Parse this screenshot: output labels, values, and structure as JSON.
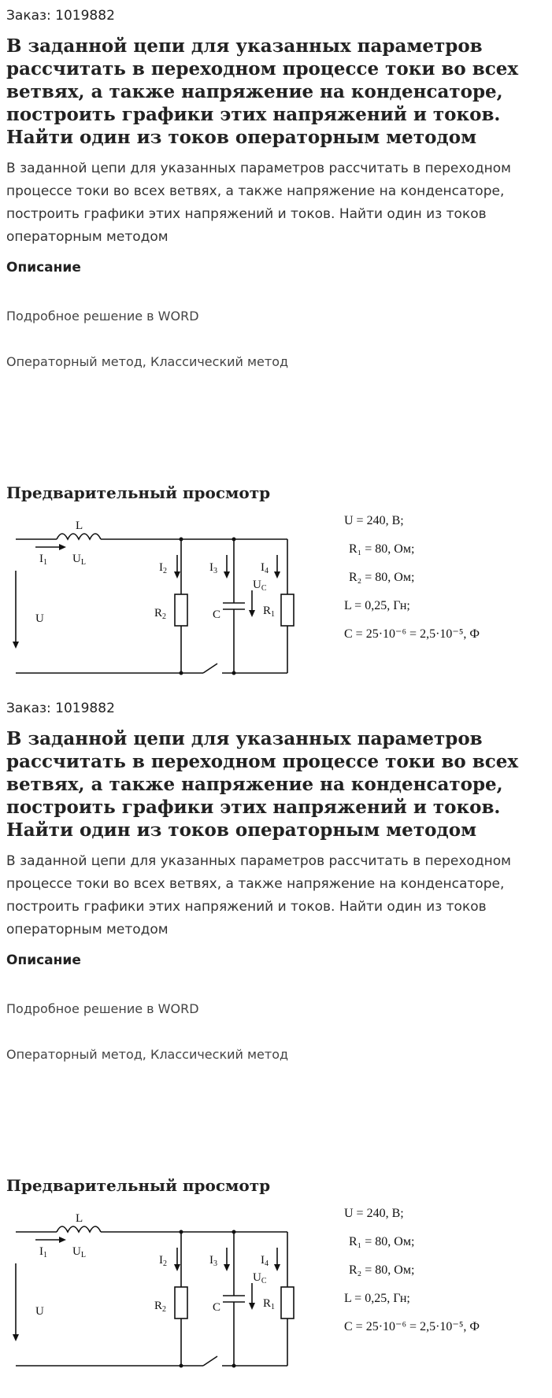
{
  "order_label": "Заказ: 1019882",
  "title": "В заданной цепи для указанных параметров рассчитать в переходном процессе токи во всех ветвях, а также напряжение на конденсаторе, построить графики этих напряжений и токов. Найти один из токов операторным методом",
  "description": "В заданной цепи для указанных параметров рассчитать в переходном процессе токи во всех ветвях, а также напряжение на конденсаторе, построить графики этих напряжений и токов. Найти один из токов операторным методом",
  "description_heading": "Описание",
  "description_lines": [
    "Подробное решение в WORD",
    "Операторный метод, Классический метод"
  ],
  "preview_heading": "Предварительный просмотр",
  "circuit": {
    "labels": {
      "L": "L",
      "UL": "U",
      "UL_sub": "L",
      "I1": "I",
      "I1_sub": "1",
      "U": "U",
      "I2": "I",
      "I2_sub": "2",
      "I3": "I",
      "I3_sub": "3",
      "I4": "I",
      "I4_sub": "4",
      "UC": "U",
      "UC_sub": "C",
      "R2": "R",
      "R2_sub": "2",
      "C": "C",
      "R1": "R",
      "R1_sub": "1"
    },
    "params": [
      "U = 240, В;",
      "R₁ = 80, Ом;",
      "R₂ = 80, Ом;",
      "L = 0,25, Гн;",
      "C = 25·10⁻⁶ = 2,5·10⁻⁵, Ф"
    ]
  }
}
